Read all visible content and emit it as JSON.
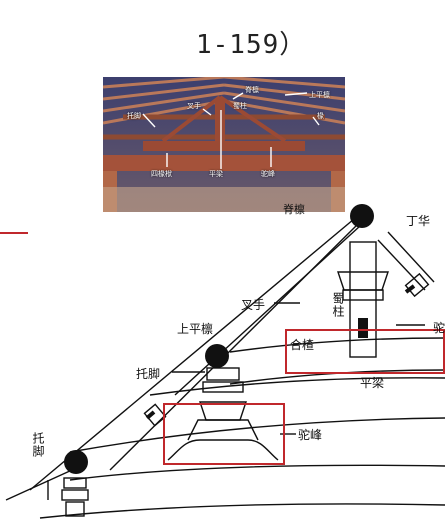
{
  "page_fragments": {
    "left_chars": [
      "",
      "",
      "",
      "",
      ""
    ],
    "caption": "1-159）",
    "red_rule_color": "#c0282c"
  },
  "photo": {
    "labels": {
      "jiliao": "脊檩",
      "chashou": "叉手",
      "shuzhu": "蜀柱",
      "pingtuan": "上平檩",
      "tuojiao": "托脚",
      "chuan": "椽",
      "sichuanfu": "四椽栿",
      "pingliang": "平梁",
      "tuofeng": "驼峰"
    }
  },
  "diagram": {
    "labels": {
      "jiliao_top": "脊檩",
      "dingtou": "丁华",
      "chashou": "叉手",
      "shuzhu": "蜀柱",
      "hezha": "合楂",
      "pingliang": "平梁",
      "shangpinglin": "上平檩",
      "tuojiao_upper": "托脚",
      "tuofeng": "驼峰",
      "tuojiao_lower": "托脚",
      "right_cut": "驼"
    },
    "highlight_color": "#c0282c"
  }
}
